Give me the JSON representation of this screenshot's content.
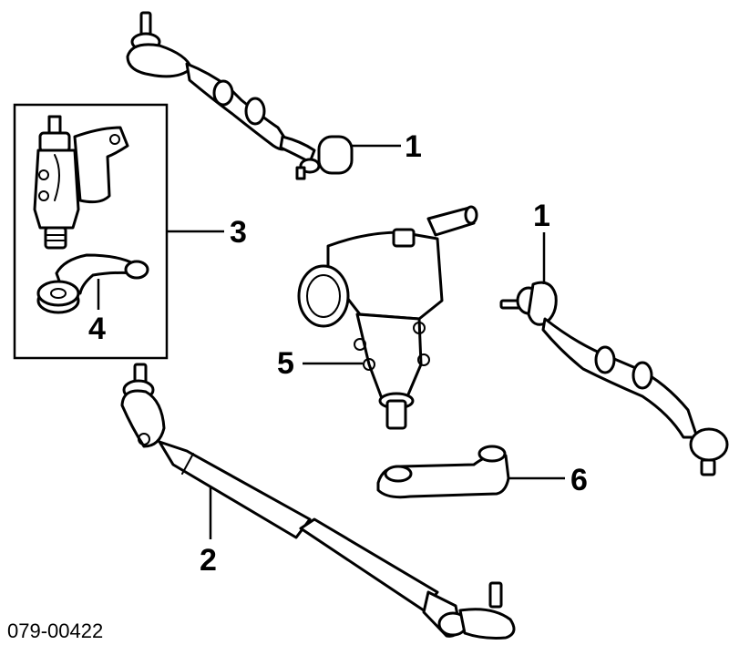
{
  "callouts": {
    "c1_top": "1",
    "c1_right": "1",
    "c2": "2",
    "c3": "3",
    "c4": "4",
    "c5": "5",
    "c6": "6"
  },
  "diagram_code": "079-00422",
  "colors": {
    "line": "#000000",
    "background": "#ffffff"
  }
}
